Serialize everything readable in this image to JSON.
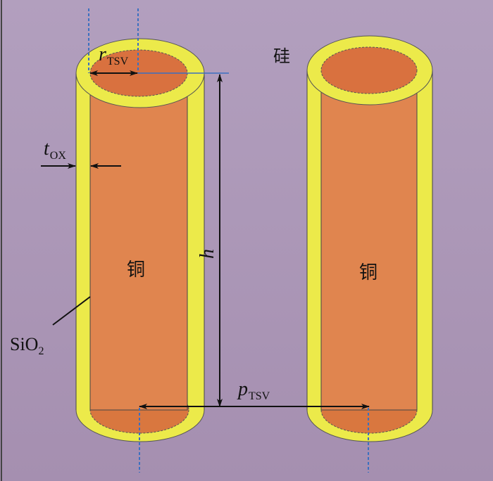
{
  "labels": {
    "silicon": "硅",
    "copper_left": "铜",
    "copper_right": "铜",
    "r_main": "r",
    "r_sub": "TSV",
    "t_main": "t",
    "t_sub": "OX",
    "h": "h",
    "p_main": "p",
    "p_sub": "TSV",
    "sio2_main": "SiO",
    "sio2_sub": "2"
  },
  "colors": {
    "background": "#ab98b8",
    "oxide": "#ecea4a",
    "copper": "#e0854f",
    "copper_top": "#d9713f",
    "guide": "#3b6fc0"
  }
}
